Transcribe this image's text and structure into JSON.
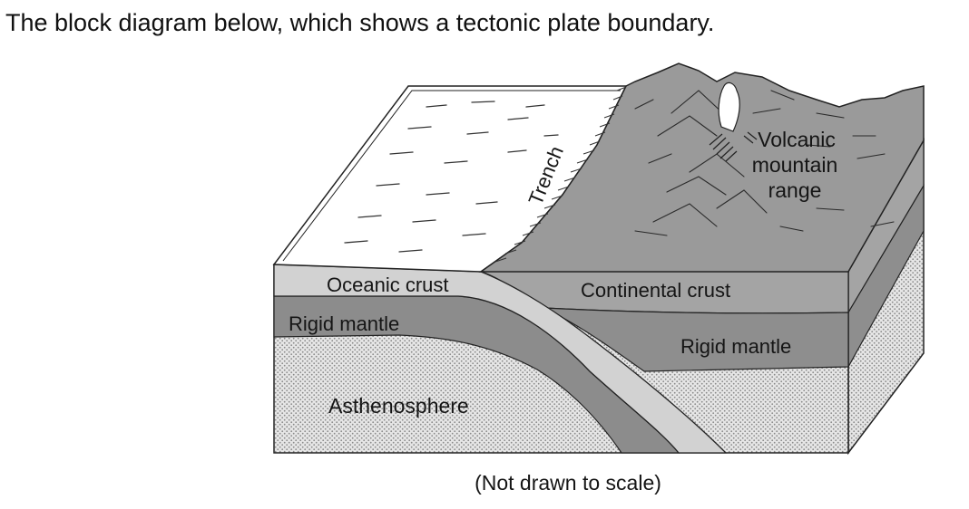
{
  "intro_text": "The block diagram below, which shows a tectonic plate boundary.",
  "labels": {
    "trench": "Trench",
    "volcanic_line1": "Volcanic",
    "volcanic_line2": "mountain",
    "volcanic_line3": "range",
    "oceanic_crust": "Oceanic crust",
    "continental_crust": "Continental crust",
    "rigid_mantle_left": "Rigid mantle",
    "rigid_mantle_right": "Rigid mantle",
    "asthenosphere": "Asthenosphere"
  },
  "caption": "(Not drawn to scale)",
  "colors": {
    "ocean_surface": "#ffffff",
    "oceanic_crust": "#d2d2d2",
    "rigid_mantle": "#8c8c8c",
    "continental": "#a4a4a4",
    "land_top": "#9a9a9a",
    "asthenosphere": "#e3e3e3",
    "outline": "#222222"
  }
}
